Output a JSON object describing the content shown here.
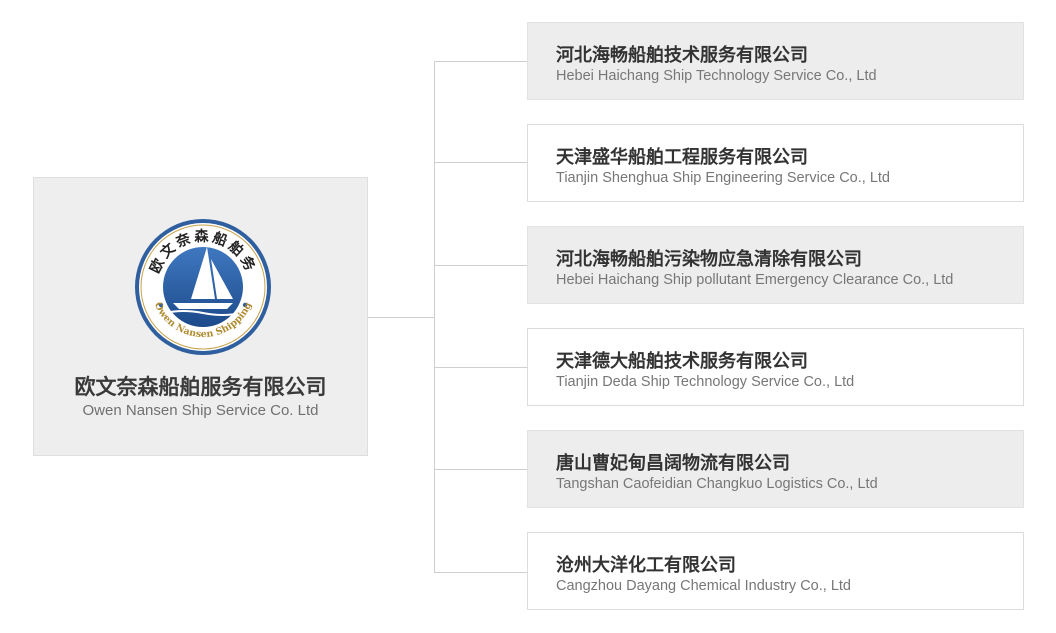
{
  "parent": {
    "name_zh": "欧文奈森船舶服务有限公司",
    "name_en": "Owen Nansen Ship Service Co. Ltd",
    "logo": {
      "top_text": "欧文奈森船舶务",
      "bottom_text": "Owen Nansen Shipping",
      "ring_color": "#2f5f9e",
      "icon": "sailboat-logo-icon"
    }
  },
  "subsidiaries": [
    {
      "name_zh": "河北海畅船舶技术服务有限公司",
      "name_en": "Hebei Haichang Ship Technology Service Co., Ltd",
      "shaded": true
    },
    {
      "name_zh": "天津盛华船舶工程服务有限公司",
      "name_en": "Tianjin Shenghua Ship Engineering Service Co., Ltd",
      "shaded": false
    },
    {
      "name_zh": "河北海畅船舶污染物应急清除有限公司",
      "name_en": "Hebei Haichang Ship pollutant Emergency Clearance Co., Ltd",
      "shaded": true
    },
    {
      "name_zh": "天津德大船舶技术服务有限公司",
      "name_en": "Tianjin Deda Ship Technology Service Co., Ltd",
      "shaded": false
    },
    {
      "name_zh": "唐山曹妃甸昌阔物流有限公司",
      "name_en": "Tangshan Caofeidian Changkuo Logistics Co., Ltd",
      "shaded": true
    },
    {
      "name_zh": "沧州大洋化工有限公司",
      "name_en": "Cangzhou Dayang Chemical Industry Co., Ltd",
      "shaded": false
    }
  ],
  "colors": {
    "connector": "#cfcfcf",
    "shaded_card": "#ededed",
    "parent_card": "#eeeeee"
  }
}
